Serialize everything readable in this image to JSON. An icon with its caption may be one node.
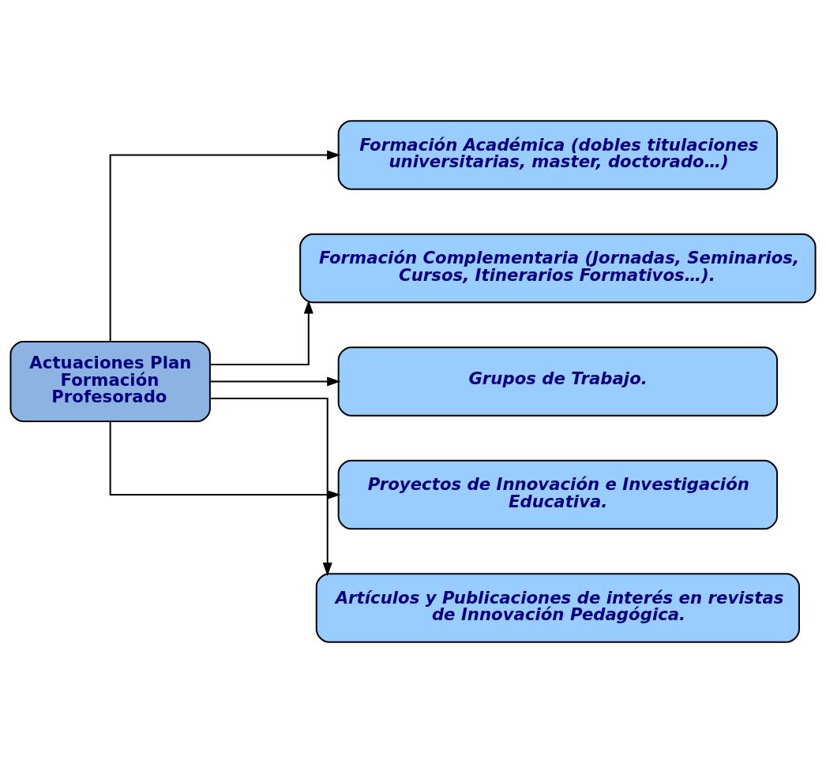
{
  "diagram": {
    "nodes": [
      {
        "text": [
          "Actuaciones Plan Formación Profesorado"
        ]
      },
      {
        "text": [
          "Formación Académica (dobles titulaciones universitarias, master, doctorado…)"
        ]
      },
      {
        "text": [
          "Formación Complementaria (Jornadas, Seminarios, Cursos, Itinerarios Formativos…)."
        ]
      },
      {
        "text": [
          "Grupos de Trabajo."
        ]
      },
      {
        "text": [
          "Proyectos de Innovación e Investigación Educativa."
        ]
      },
      {
        "text": [
          "Artículos y Publicaciones de interés en revistas de Innovación Pedagógica."
        ]
      }
    ],
    "edges": [
      {
        "from": 0,
        "to": 1,
        "arrow": "to"
      },
      {
        "from": 0,
        "to": 2,
        "arrow": "to"
      },
      {
        "from": 0,
        "to": 3,
        "arrow": "to"
      },
      {
        "from": 0,
        "to": 4,
        "arrow": "to"
      },
      {
        "from": 0,
        "to": 5,
        "arrow": "to"
      }
    ]
  }
}
